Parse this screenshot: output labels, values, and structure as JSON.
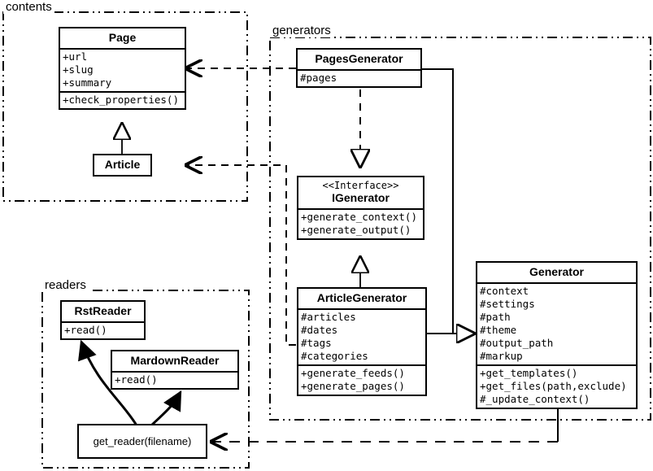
{
  "diagram": {
    "type": "uml-class-diagram",
    "background": "#ffffff",
    "stroke": "#000000"
  },
  "packages": [
    {
      "id": "contents",
      "label": "contents"
    },
    {
      "id": "generators",
      "label": "generators"
    },
    {
      "id": "readers",
      "label": "readers"
    }
  ],
  "classes": {
    "page": {
      "name": "Page",
      "attributes": [
        "+url",
        "+slug",
        "+summary"
      ],
      "methods": [
        "+check_properties()"
      ]
    },
    "article": {
      "name": "Article",
      "attributes": [],
      "methods": []
    },
    "pages_generator": {
      "name": "PagesGenerator",
      "attributes": [
        "#pages"
      ],
      "methods": []
    },
    "igenerator": {
      "stereotype": "<<Interface>>",
      "name": "IGenerator",
      "attributes": [],
      "methods": [
        "+generate_context()",
        "+generate_output()"
      ]
    },
    "article_generator": {
      "name": "ArticleGenerator",
      "attributes": [
        "#articles",
        "#dates",
        "#tags",
        "#categories"
      ],
      "methods": [
        "+generate_feeds()",
        "+generate_pages()"
      ]
    },
    "generator": {
      "name": "Generator",
      "attributes": [
        "#context",
        "#settings",
        "#path",
        "#theme",
        "#output_path",
        "#markup"
      ],
      "methods": [
        "+get_templates()",
        "+get_files(path,exclude)",
        "#_update_context()"
      ]
    },
    "rst_reader": {
      "name": "RstReader",
      "attributes": [],
      "methods": [
        "+read()"
      ]
    },
    "mardown_reader": {
      "name": "MardownReader",
      "attributes": [],
      "methods": [
        "+read()"
      ]
    }
  },
  "functions": {
    "get_reader": {
      "label": "get_reader(filename)"
    }
  },
  "relationships": [
    {
      "from": "article",
      "to": "page",
      "type": "generalization"
    },
    {
      "from": "pages_generator",
      "to": "page",
      "type": "dependency"
    },
    {
      "from": "article_generator",
      "to": "article",
      "type": "dependency"
    },
    {
      "from": "pages_generator",
      "to": "igenerator",
      "type": "realization"
    },
    {
      "from": "article_generator",
      "to": "igenerator",
      "type": "generalization"
    },
    {
      "from": "pages_generator",
      "to": "generator",
      "type": "generalization"
    },
    {
      "from": "article_generator",
      "to": "generator",
      "type": "generalization"
    },
    {
      "from": "generator",
      "to": "get_reader",
      "type": "dependency"
    },
    {
      "from": "get_reader",
      "to": "rst_reader",
      "type": "flow"
    },
    {
      "from": "get_reader",
      "to": "mardown_reader",
      "type": "flow"
    }
  ]
}
